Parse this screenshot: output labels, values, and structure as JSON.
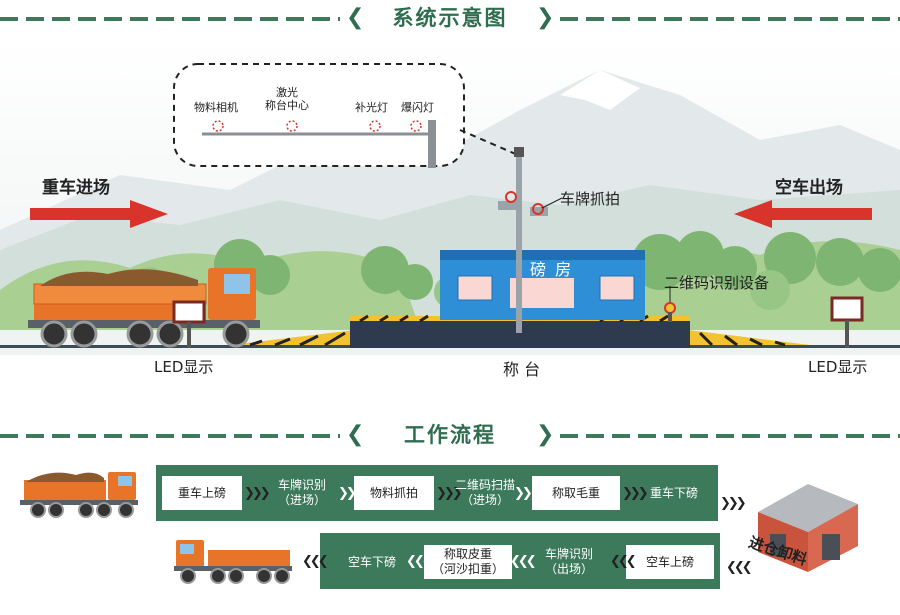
{
  "header_system": {
    "title": "系统示意图"
  },
  "header_process": {
    "title": "工作流程"
  },
  "scene": {
    "entry_label": "重车进场",
    "exit_label": "空车出场",
    "led_left": "LED显示",
    "led_right": "LED显示",
    "scale_label": "称 台",
    "booth_label": "磅 房",
    "plate_camera_label": "车牌抓拍",
    "qr_device_label": "二维码识别设备",
    "camera_bubble": {
      "items": [
        "物料相机",
        "激光\n称台中心",
        "补光灯",
        "爆闪灯"
      ]
    }
  },
  "workflow": {
    "row1": [
      "重车上磅",
      "车牌识别\n（进场）",
      "物料抓拍",
      "二维码扫描\n（进场）",
      "称取毛重",
      "重车下磅"
    ],
    "row2": [
      "空车上磅",
      "车牌识别\n（出场）",
      "称取皮重\n（河沙扣重）",
      "空车下磅"
    ],
    "warehouse_label": "进仓卸料"
  },
  "colors": {
    "brand_green": "#3d7a5b",
    "arrow_red": "#d9342b",
    "truck_orange": "#e8742a",
    "booth_blue": "#2f8fd6"
  }
}
